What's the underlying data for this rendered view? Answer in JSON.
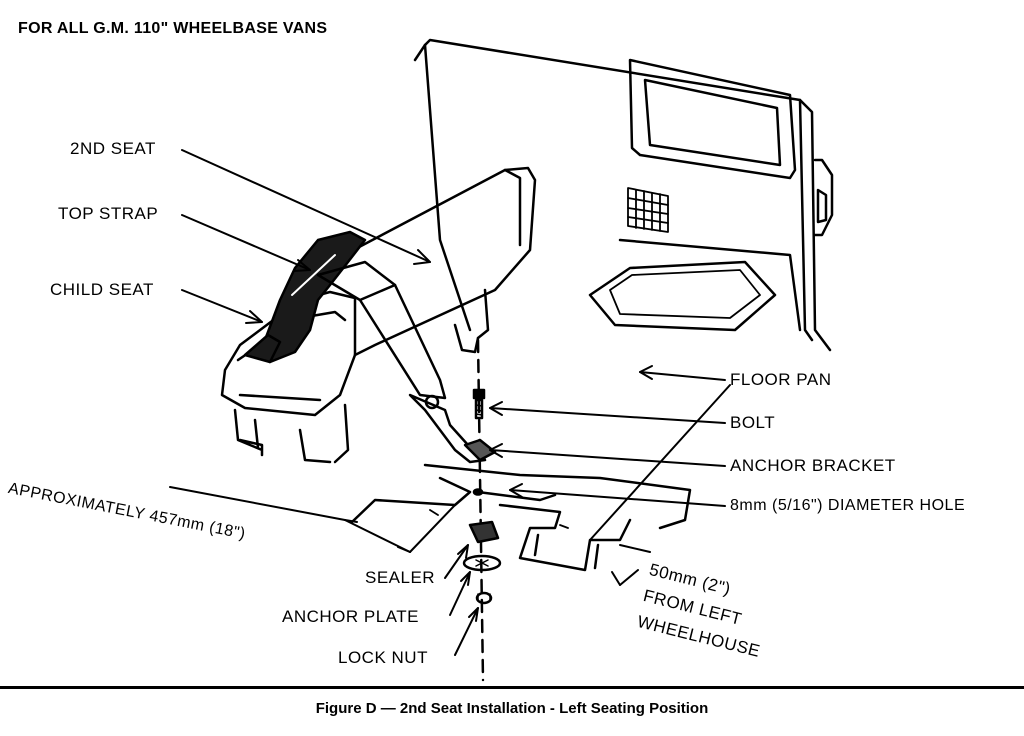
{
  "header": "FOR ALL G.M. 110\" WHEELBASE VANS",
  "labels": {
    "second_seat": "2ND SEAT",
    "top_strap": "TOP STRAP",
    "child_seat": "CHILD SEAT",
    "floor_pan": "FLOOR PAN",
    "bolt": "BOLT",
    "anchor_bracket": "ANCHOR BRACKET",
    "hole": "8mm (5/16\") DIAMETER HOLE",
    "approx": "APPROXIMATELY 457mm (18\")",
    "sealer": "SEALER",
    "anchor_plate": "ANCHOR PLATE",
    "lock_nut": "LOCK NUT",
    "from_wheelhouse_1": "50mm (2\")",
    "from_wheelhouse_2": "FROM LEFT",
    "from_wheelhouse_3": "WHEELHOUSE"
  },
  "caption": "Figure D — 2nd Seat Installation - Left Seating Position"
}
